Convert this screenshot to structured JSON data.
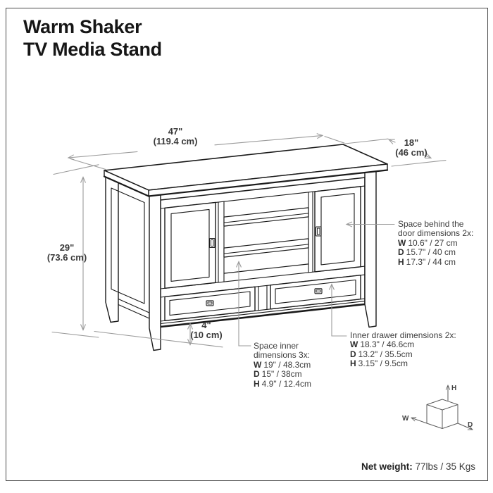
{
  "title": {
    "line1": "Warm Shaker",
    "line2": "TV Media Stand"
  },
  "dimensions": {
    "width": {
      "in": "47\"",
      "cm": "(119.4 cm)"
    },
    "depth": {
      "in": "18\"",
      "cm": "(46 cm)"
    },
    "height": {
      "in": "29\"",
      "cm": "(73.6 cm)"
    },
    "base_clearance": {
      "in": "4\"",
      "cm": "(10 cm)"
    }
  },
  "annotations": {
    "door_space": {
      "line1": "Space behind the",
      "line2": "door dimensions 2x:",
      "dims": [
        {
          "k": "W",
          "v": "10.6\" / 27 cm"
        },
        {
          "k": "D",
          "v": "15.7\" / 40 cm"
        },
        {
          "k": "H",
          "v": "17.3\" / 44 cm"
        }
      ]
    },
    "inner_space": {
      "line1": "Space inner",
      "line2": "dimensions 3x:",
      "dims": [
        {
          "k": "W",
          "v": "19\" / 48.3cm"
        },
        {
          "k": "D",
          "v": "15\" / 38cm"
        },
        {
          "k": "H",
          "v": "4.9\" / 12.4cm"
        }
      ]
    },
    "drawer": {
      "line1": "Inner drawer dimensions 2x:",
      "dims": [
        {
          "k": "W",
          "v": "18.3\" / 46.6cm"
        },
        {
          "k": "D",
          "v": "13.2\" / 35.5cm"
        },
        {
          "k": "H",
          "v": "3.15\" / 9.5cm"
        }
      ]
    }
  },
  "axis_cube": {
    "w": "W",
    "d": "D",
    "h": "H"
  },
  "net_weight": {
    "label": "Net weight:",
    "value": " 77lbs / 35 Kgs"
  },
  "colors": {
    "furniture_line": "#1a1a1a",
    "dimension_line": "#9b9b9b",
    "text": "#3d3d3d",
    "background": "#ffffff"
  }
}
